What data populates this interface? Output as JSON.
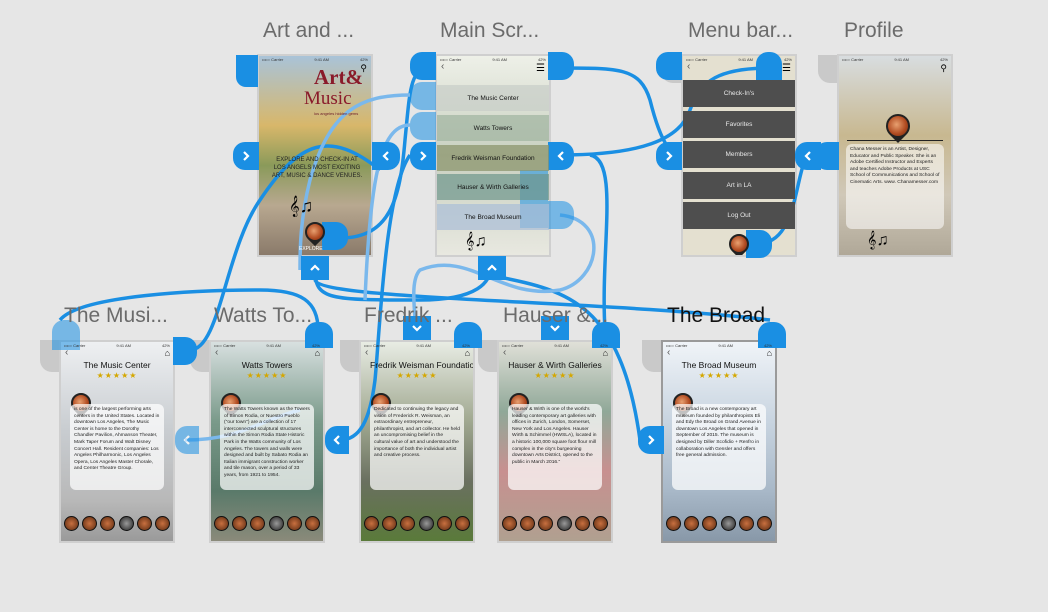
{
  "screens": {
    "art": {
      "title": "Art and ...",
      "logo_line1": "Art&",
      "logo_line2": "Music",
      "tagline": "los angeles hidden gems",
      "text": "EXPLORE AND CHECK-IN AT LOS ANGELS MOST EXCITING ART, MUSIC & DANCE VENUES.",
      "explore": "EXPLORE"
    },
    "main": {
      "title": "Main Scr...",
      "items": [
        "The Music Center",
        "Watts Towers",
        "Fredrik Weisman Foundation",
        "Hauser & Wirth Galleries",
        "The Broad Museum"
      ]
    },
    "menu": {
      "title": "Menu bar...",
      "items": [
        "Check-In's",
        "Favorites",
        "Members",
        "Art in LA",
        "Log Out"
      ]
    },
    "profile": {
      "title": "Profile",
      "bio": "Chana Messer is an Artist, Designer, Educator and Public Speaker. She is an Adobe Certified Instructor and Experts and teaches Adobe Products at USC School of Communications and School of Cinematic Arts. www. Chanamesser.com"
    },
    "venues": [
      {
        "title": "The Musi...",
        "name": "The Music Center",
        "stars": "★★★★★",
        "desc": "is one of the largest performing arts centers in the United States. Located in downtown Los Angeles, The Music Center is home to the Dorothy Chandler Pavilion, Ahmanson Theater, Mark Taper Forum and Walt Disney Concert Hall. Resident companies: Los Angeles Philharmonic, Los Angeles Opera, Los Angeles Master Chorale, and Center Theatre Group."
      },
      {
        "title": "Watts To...",
        "name": "Watts Towers",
        "stars": "★★★★★",
        "desc": "The Watts Towers known as the Towers of Simon Rodia, or Nuestro Pueblo (\"our town\") are a collection of 17 interconnected sculptural structures within the Simon Rodia State Historic Park in the Watts community of Los Angeles. The towers and walls were designed and built by Sabato Rodia an Italian immigrant construction worker and tile mason, over a period of 33 years, from 1921 to 1954."
      },
      {
        "title": "Fredrik ...",
        "name": "Fredrik Weisman Foundation",
        "stars": "★★★★★",
        "desc": "Dedicated to continuing the legacy and vision of Frederick R. Weisman, an extraordinary entrepreneur, philanthropist, and art collector. He held an uncompromising belief in the cultural value of art and understood the importance of both the individual artist and creative process."
      },
      {
        "title": "Hauser &...",
        "name": "Hauser & Wirth Galleries",
        "stars": "★★★★★",
        "desc": "Hauser & Wirth is one of the world's leading contemporary art galleries with offices in Zurich, London, Somerset, New York and Los Angeles. Hauser Wirth & Schimmel (HWSLA), located in a historic 100,000 square foot flour mill complex in the city's burgeoning downtown Arts District, opened to the public in March 2016.\""
      },
      {
        "title": "The Broad",
        "name": "The Broad Museum",
        "stars": "★★★★★",
        "desc": "The Broad is a new contemporary art museum founded by philanthropists Eli and Edy the Broad on Grand Avenue in downtown Los Angeles that opened in September of 2015. The museum is designed by Diller Scofidio + Renfro in collaboration with Gensler and offers free general admission."
      }
    ],
    "status": {
      "carrier": "••••○ Carrier",
      "time": "9:41 AM",
      "battery": "42%"
    }
  },
  "colors": {
    "hotspot": "#1a8fe3",
    "canvas": "#e6e6e6",
    "star": "#d4a700"
  },
  "icons": {
    "back": "chevron-left",
    "home": "home",
    "search": "magnifier",
    "menu": "hamburger"
  }
}
